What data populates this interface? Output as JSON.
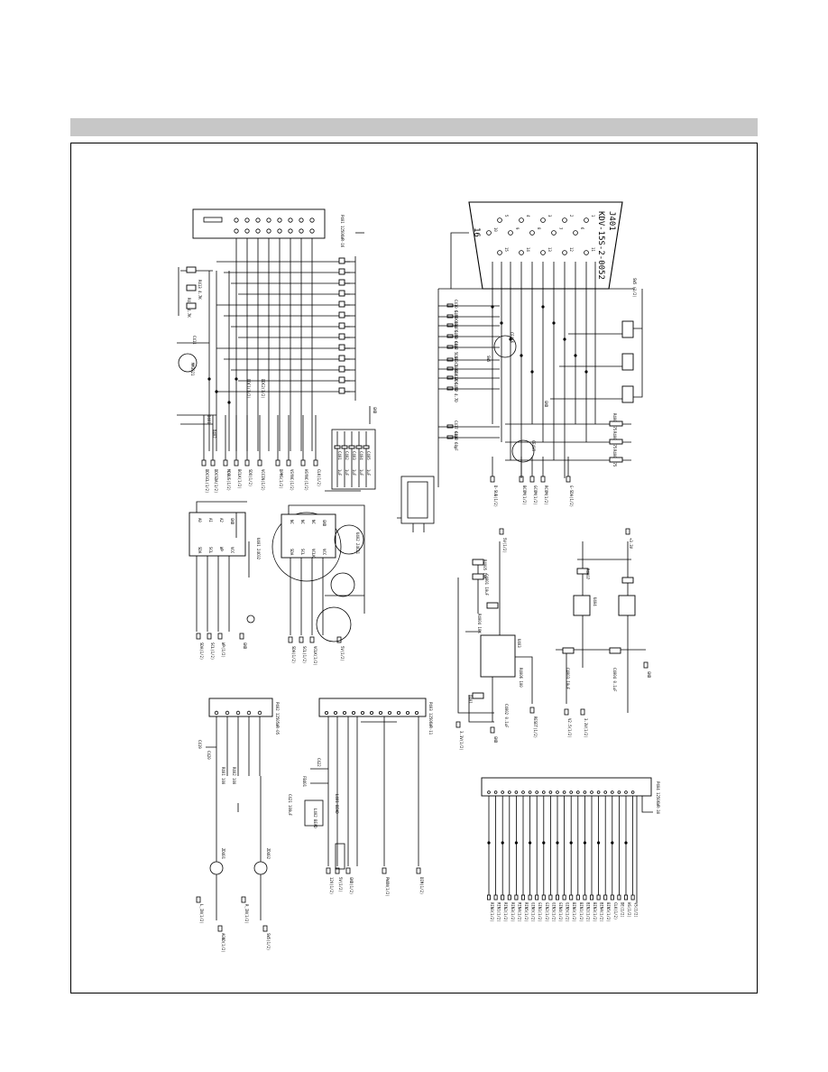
{
  "header": {
    "band_color": "#c7c7c7"
  },
  "jack": {
    "ref": "J401",
    "part": "KDV-15S-2-0052",
    "pin_numbers": [
      "1",
      "2",
      "3",
      "4",
      "5",
      "6",
      "7",
      "8",
      "9",
      "10",
      "11",
      "12",
      "13",
      "14",
      "15"
    ],
    "shell_pin": "16",
    "net": "SW5 (1/2)"
  },
  "jack_components": [
    "C410 5.5D",
    "C409 68pF",
    "C411 5.5D",
    "C408 68pF",
    "C412 5.5D",
    "C413 5.5D",
    "C406 4.7D",
    "C414 5.5D",
    "C407 4.7D",
    "C417 68pF",
    "C418 68pF",
    "R4001 75",
    "R4002 75",
    "R4003 75",
    "CE416",
    "CE415",
    "SW5",
    "GND"
  ],
  "jack_nets": [
    "D-SUB(1/2)",
    "BCOM(1/2)",
    "GCOM(1/2)",
    "RCOM(1/2)",
    "G-SDA(1/2)"
  ],
  "top_block": {
    "connector": "P401 12506WR-16",
    "parts": [
      "DDC1(1/2)",
      "DDC2(1/2)",
      "R412 4.7K",
      "R413 4.7K",
      "MM3021",
      "C411",
      "D401",
      "D402"
    ],
    "nets": [
      "DDCSCL(1/2)",
      "DDCSDA(1/2)",
      "MDBUS(1/2)",
      "BCLK(1/2)",
      "SDO(1/2)",
      "VCCIN(1/2)",
      "DPMS(1/2)",
      "VSYNC(1/2)",
      "HSYNC(1/2)",
      "CLK(1/2)"
    ],
    "cap_bank": [
      "C401",
      "C402",
      "C403",
      "C404",
      "C405"
    ],
    "cap_bank_values": [
      "1uF",
      "1uF",
      "1uF",
      "1uF",
      "1uF"
    ],
    "gnd": "GND"
  },
  "eeprom_blocks": [
    {
      "ref": "U401 24C02",
      "pins": [
        "A0",
        "A1",
        "A2",
        "GND",
        "SDA",
        "SCL",
        "WP",
        "VCC"
      ],
      "nets": [
        "SDA(1/2)",
        "SCL(1/2)",
        "WP(1/2)",
        "GND"
      ]
    },
    {
      "ref": "U402 24C21",
      "pins": [
        "NC",
        "NC",
        "NC",
        "GND",
        "SDA",
        "SCL",
        "VCLK",
        "VCC"
      ],
      "nets": [
        "SDA(1/2)",
        "SCL(1/2)",
        "VCLK(1/2)",
        "5V(1/2)"
      ]
    }
  ],
  "audio_block": {
    "connector": "P402 12505WR-05",
    "parts": [
      "R401 100",
      "R402 100",
      "C419",
      "C420",
      "ZD401",
      "ZD402"
    ],
    "nets": [
      "L_IN(1/2)",
      "R_IN(1/2)",
      "AGND(1/2)",
      "SW5(1/2)"
    ]
  },
  "power_block": {
    "connector": "P403 12506WR-11",
    "parts": [
      "L401 BEAD",
      "L402 BEAD",
      "FB401",
      "C421 100uF",
      "C422"
    ],
    "nets": [
      "12V(1/2)",
      "5V(1/2)",
      "GND(1/2)",
      "PWON(1/2)",
      "DIM(1/2)"
    ]
  },
  "regulator_block": {
    "parts": [
      "U403",
      "R4004 10K",
      "R4005 10K",
      "C4001 10uF",
      "C4002 0.1uF",
      "Q401",
      "R4006 100"
    ],
    "nets": [
      "5V(1/2)",
      "3.3V(1/2)",
      "GND",
      "RESET(1/2)"
    ]
  },
  "ldo_block": {
    "parts": [
      "U404",
      "C4003 10uF",
      "C4004 0.1uF",
      "R4007"
    ],
    "nets": [
      "+3.3V",
      "3.3V(1/2)",
      "GND",
      "V2.5(1/2)"
    ]
  },
  "bottom_connector": {
    "ref": "P404 12506WR-30",
    "nets": [
      "RIN0(1/2)",
      "RIN1(1/2)",
      "RIN2(1/2)",
      "RIN3(1/2)",
      "RIN4(1/2)",
      "RIN5(1/2)",
      "GIN0(1/2)",
      "GIN1(1/2)",
      "GIN2(1/2)",
      "GIN3(1/2)",
      "GIN4(1/2)",
      "GIN5(1/2)",
      "BIN0(1/2)",
      "BIN1(1/2)",
      "BIN2(1/2)",
      "BIN3(1/2)",
      "BIN4(1/2)",
      "BIN5(1/2)",
      "CLK(1/2)",
      "DE(1/2)",
      "HS(1/2)",
      "VS(1/2)"
    ]
  }
}
